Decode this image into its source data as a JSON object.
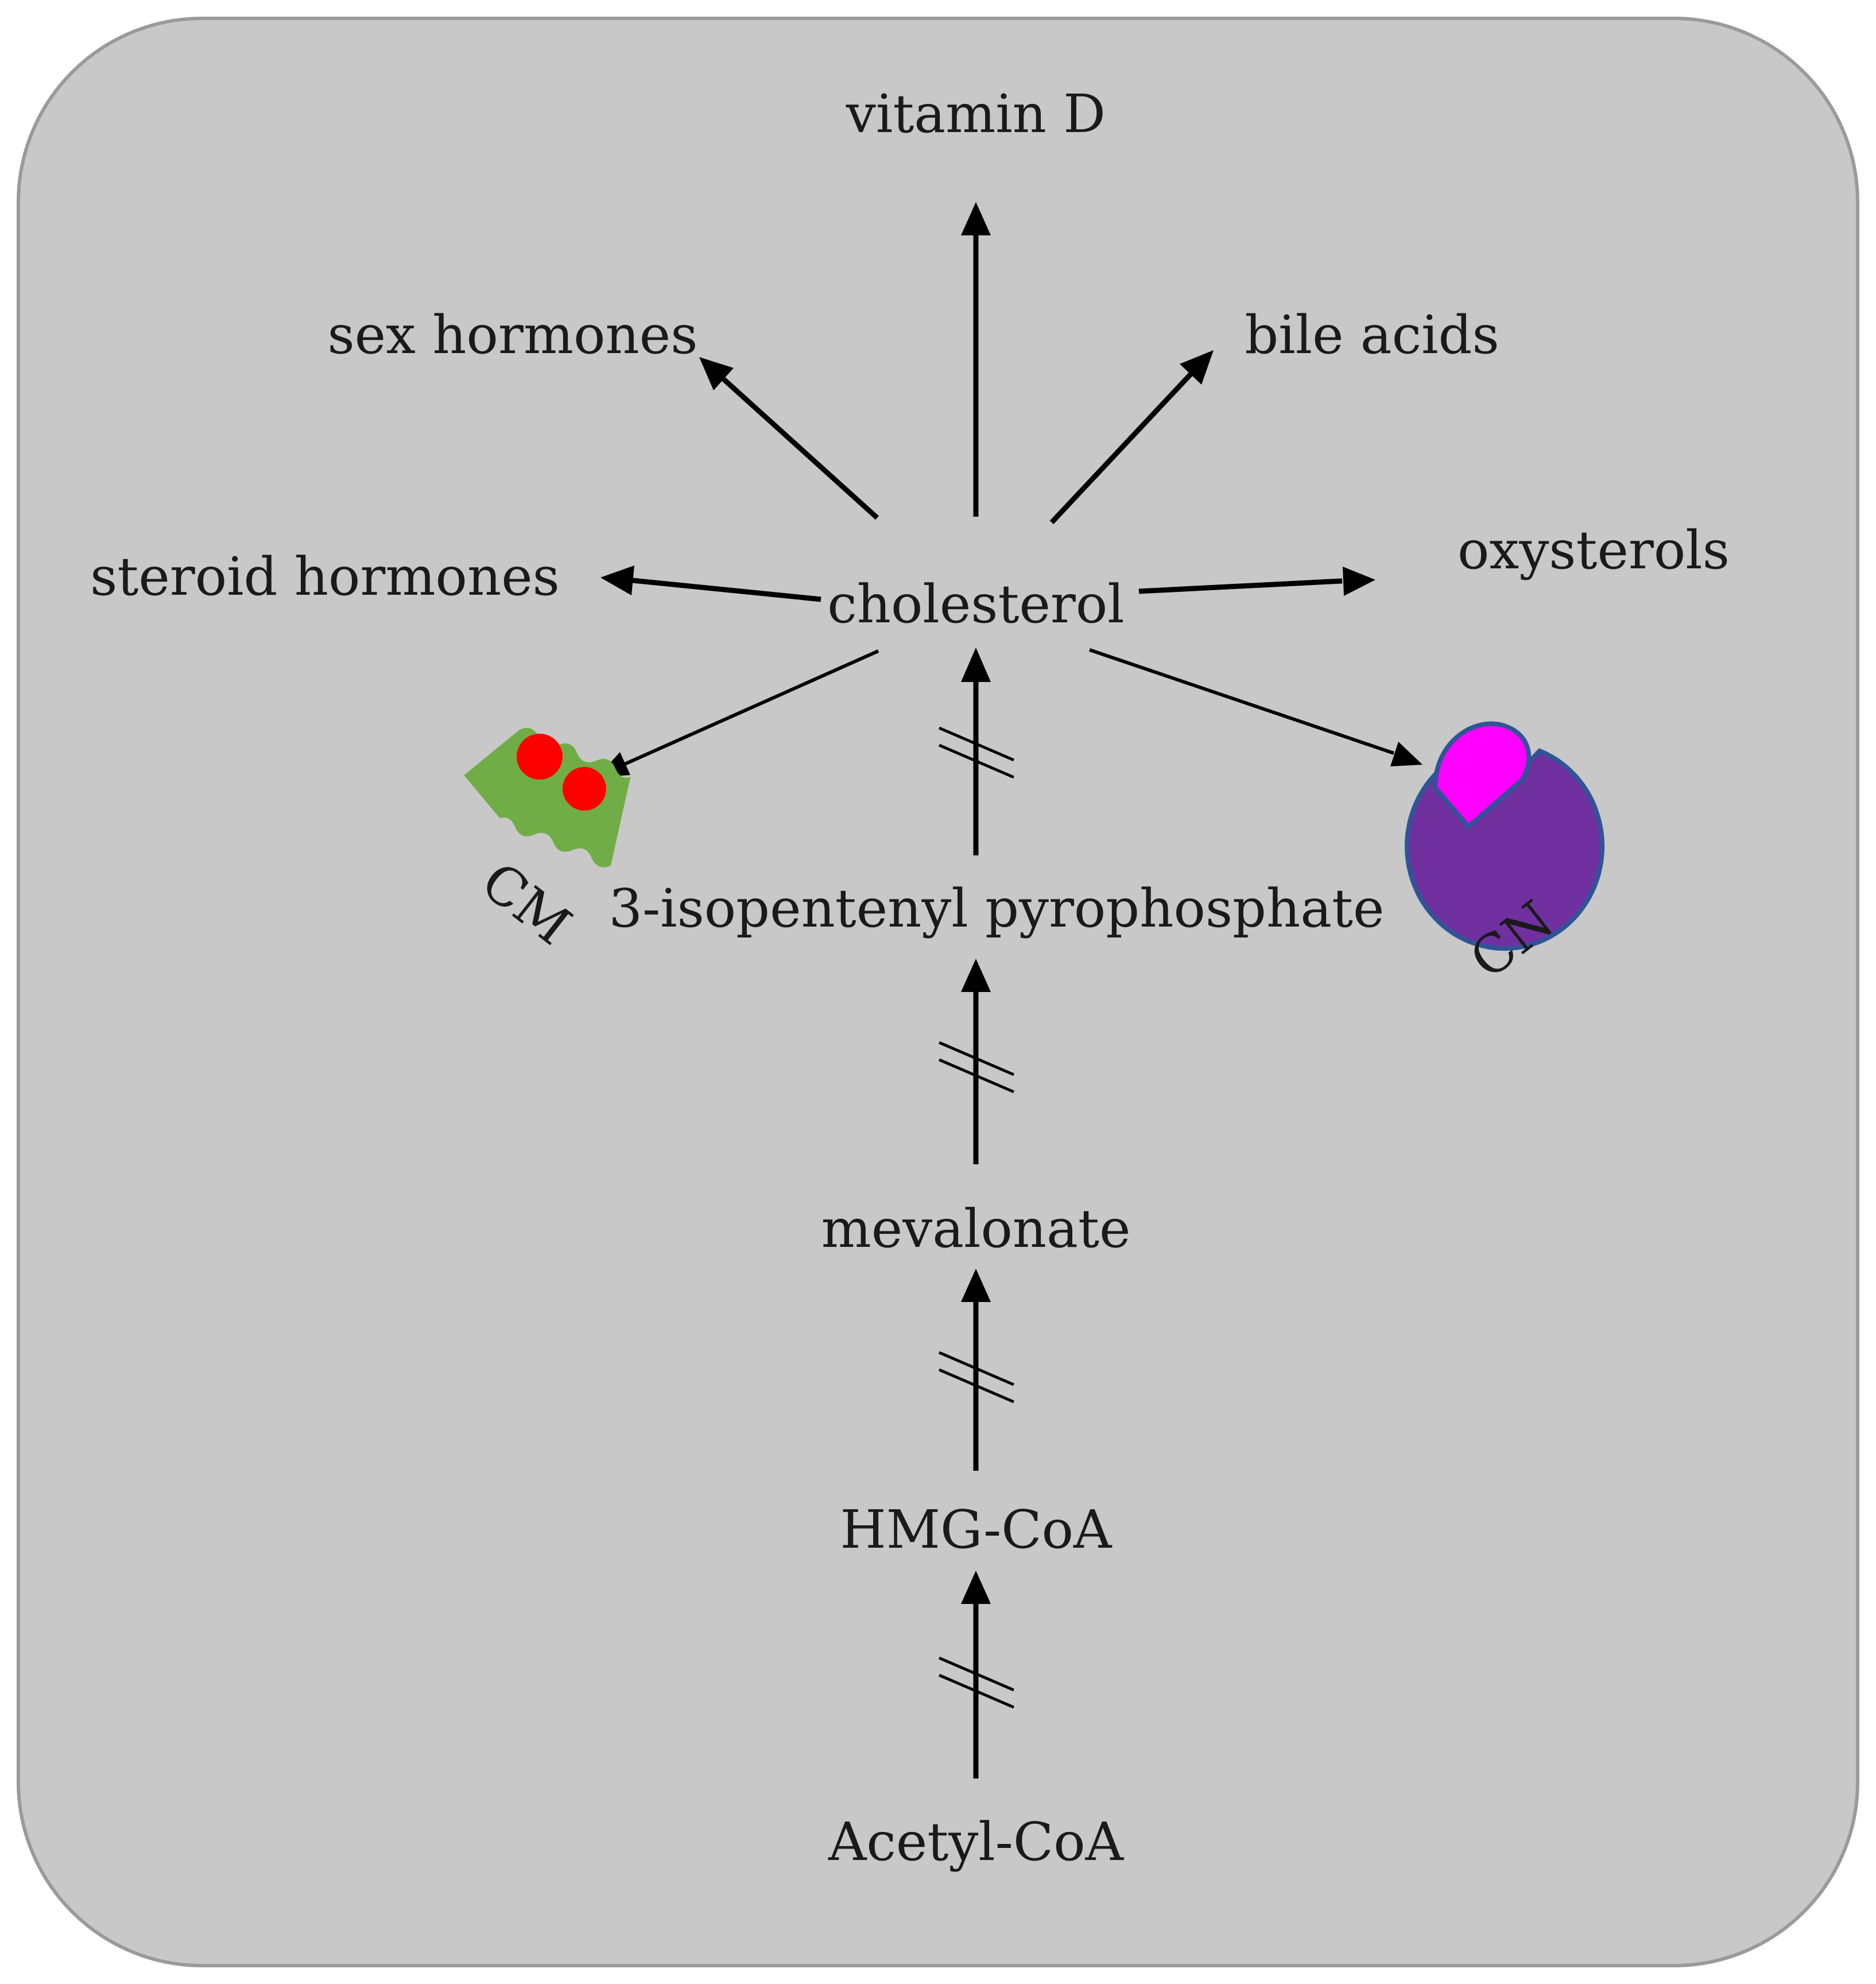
{
  "diagram": {
    "nodes": {
      "vitamin_d": "vitamin D",
      "sex_hormones": "sex hormones",
      "bile_acids": "bile acids",
      "steroid_hormones": "steroid hormones",
      "cholesterol": "cholesterol",
      "oxysterols": "oxysterols",
      "ipp": "3-isopentenyl pyrophosphate",
      "mevalonate": "mevalonate",
      "hmg_coa": "HMG-CoA",
      "acetyl_coa": "Acetyl-CoA"
    },
    "markers": {
      "cm": "CM",
      "cn": "CN"
    },
    "colors": {
      "background": "#c8c8c8",
      "border": "#9a9a9a",
      "cm_body": "#70ad47",
      "cm_dots": "#ff0000",
      "cn_body": "#7030a0",
      "cn_outline": "#2f5597",
      "cn_ligand": "#ff00ff"
    }
  }
}
